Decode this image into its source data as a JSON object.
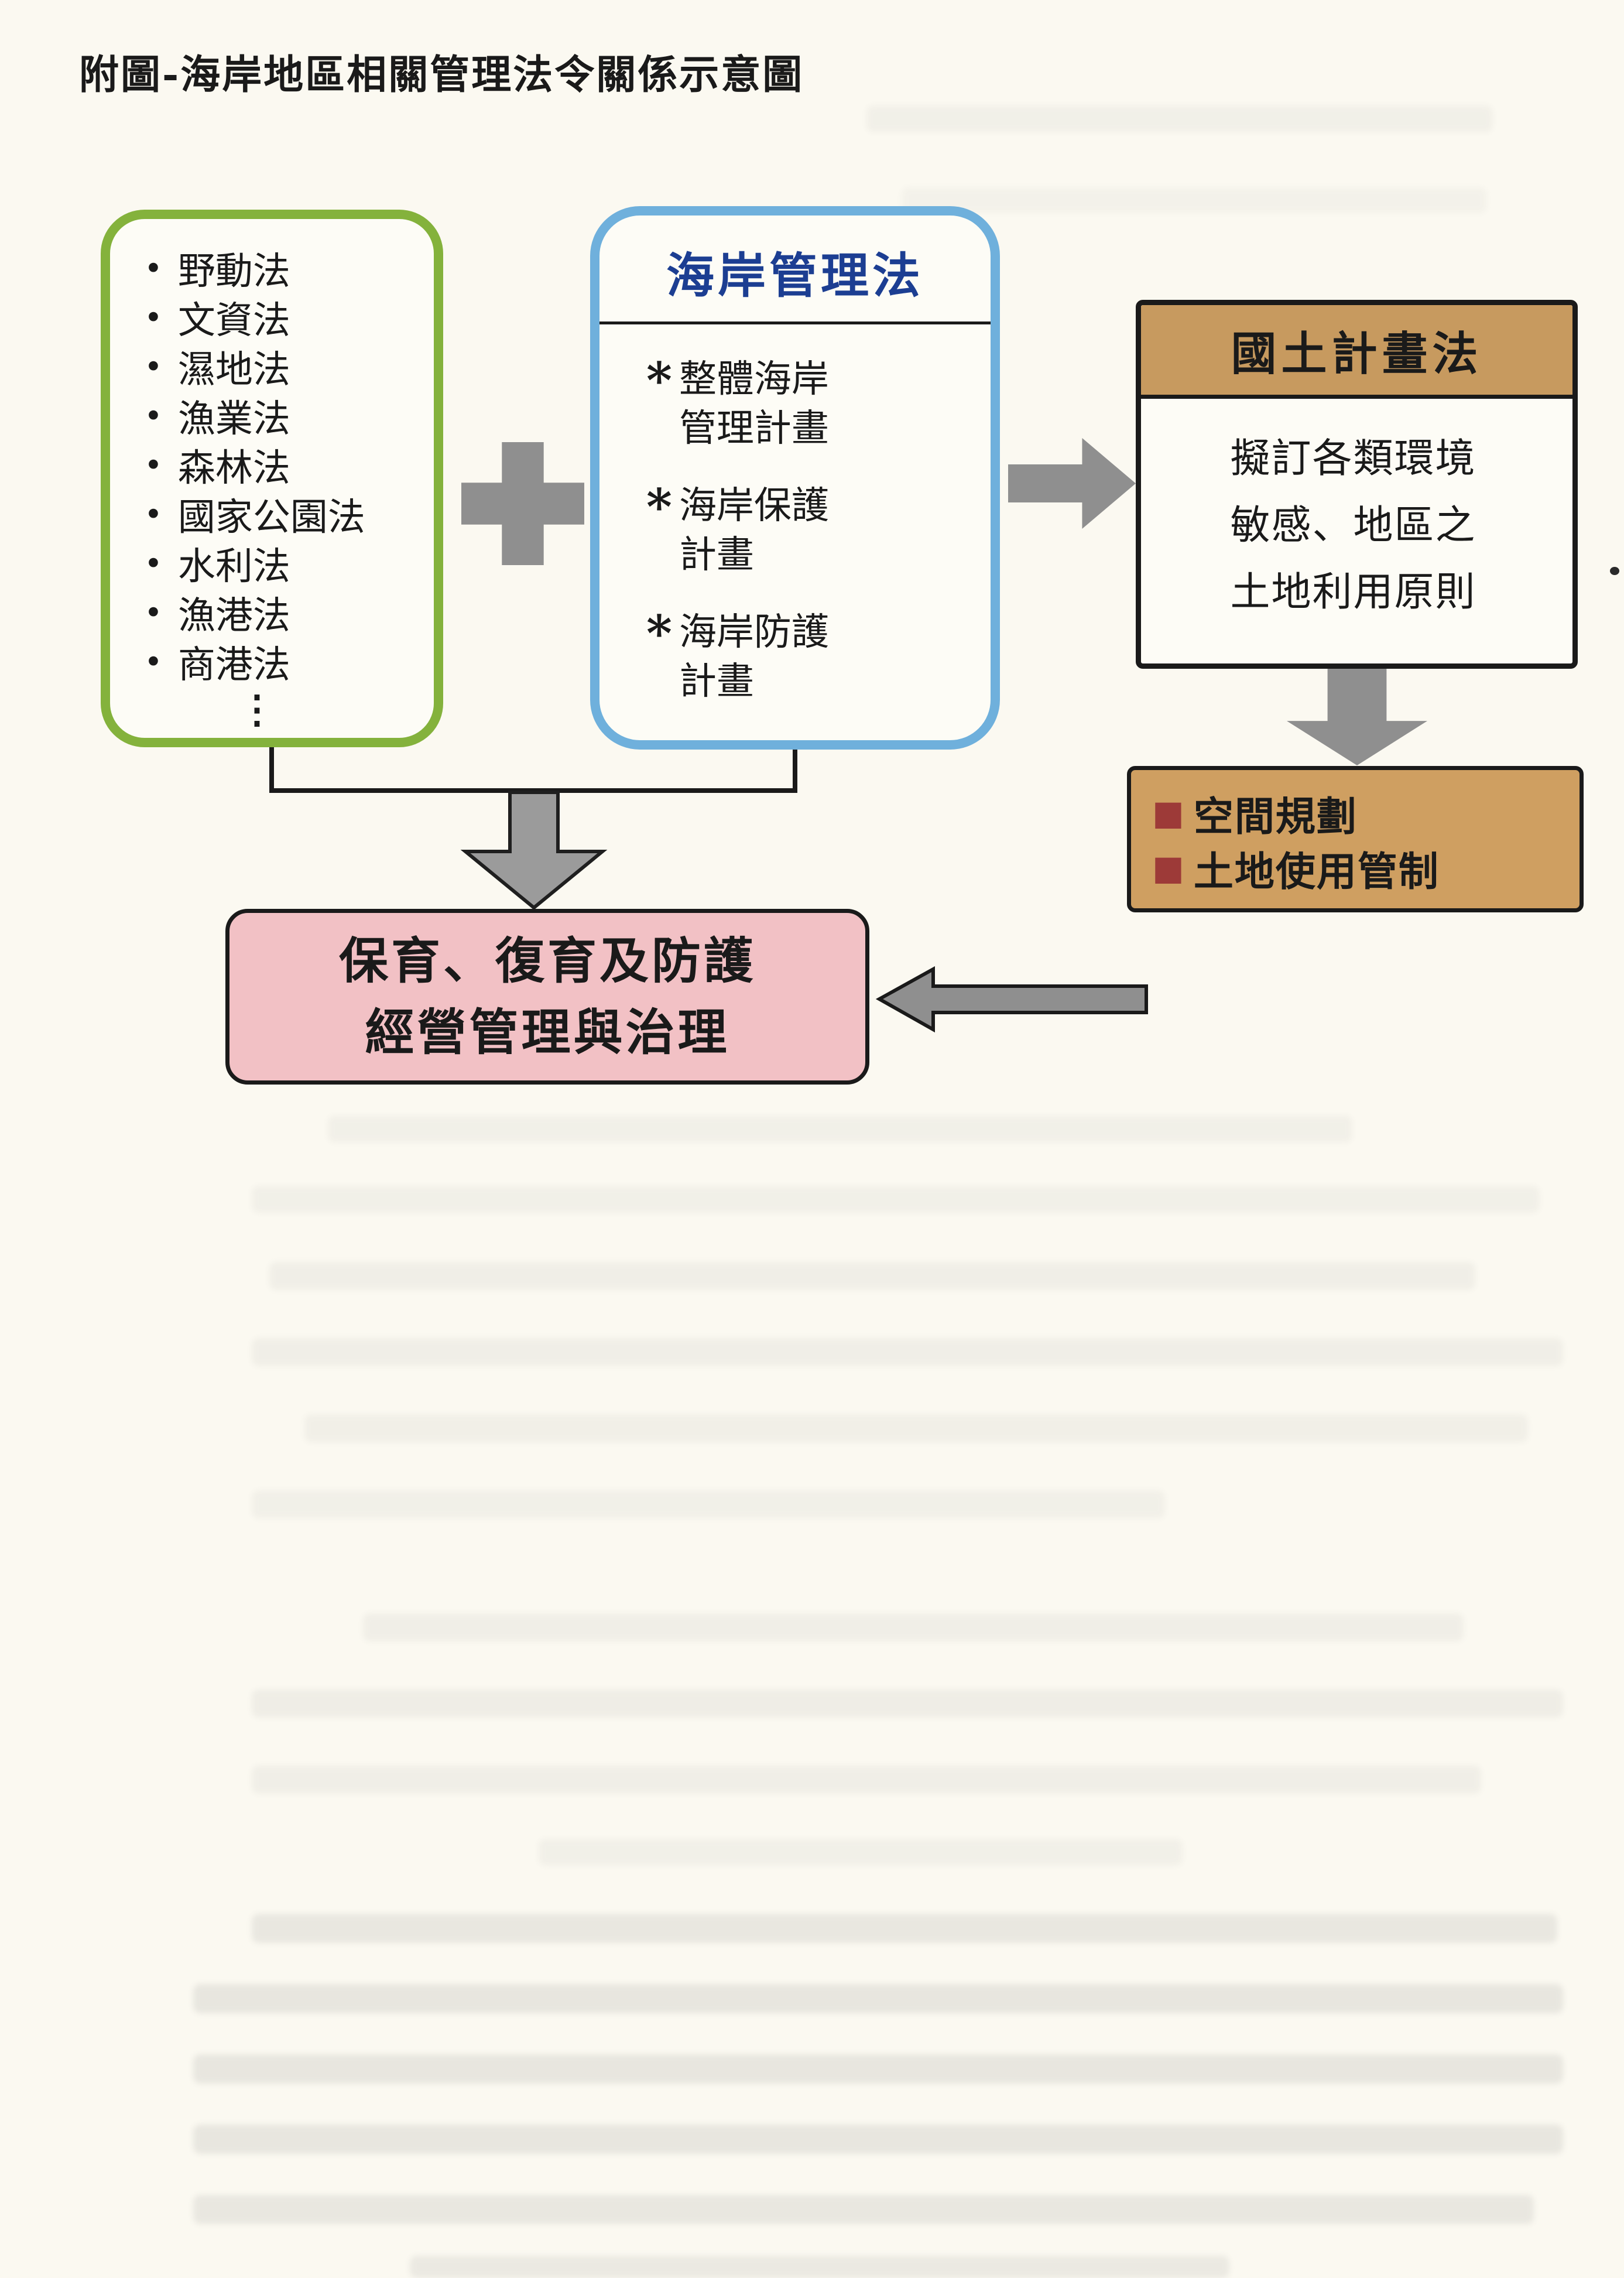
{
  "page": {
    "title": "附圖-海岸地區相關管理法令關係示意圖"
  },
  "diagram": {
    "law_list": {
      "bullet": "•",
      "items": [
        "野動法",
        "文資法",
        "濕地法",
        "漁業法",
        "森林法",
        "國家公園法",
        "水利法",
        "漁港法",
        "商港法"
      ],
      "ellipsis": "⋮"
    },
    "plus_icon": "+",
    "coastal_act": {
      "title": "海岸管理法",
      "items": [
        {
          "marker": "*",
          "text": "整體海岸管理計畫"
        },
        {
          "marker": "*",
          "text": "海岸保護計畫"
        },
        {
          "marker": "*",
          "text": "海岸防護計畫"
        }
      ]
    },
    "national_land_act": {
      "title": "國土計畫法",
      "body": "擬訂各類環境敏感、地區之土地利用原則"
    },
    "planning_box": {
      "items": [
        {
          "bullet": "■",
          "text": "空間規劃"
        },
        {
          "bullet": "■",
          "text": "土地使用管制"
        }
      ]
    },
    "outcome_box": {
      "lines": [
        "保育、復育及防護",
        "經營管理與治理"
      ]
    }
  },
  "colors": {
    "paper": "#fbf9f1",
    "law_box_border": "#84b23c",
    "coastal_box_border": "#6fb0dc",
    "coastal_title_text": "#1c3e92",
    "national_land_header_bg": "#c79a5f",
    "planning_box_bg": "#cf9f61",
    "planning_bullet": "#9d3a38",
    "outcome_box_bg": "#f2c1c5",
    "arrow_gray": "#8f8f8f",
    "line_black": "#1a1a1a"
  }
}
